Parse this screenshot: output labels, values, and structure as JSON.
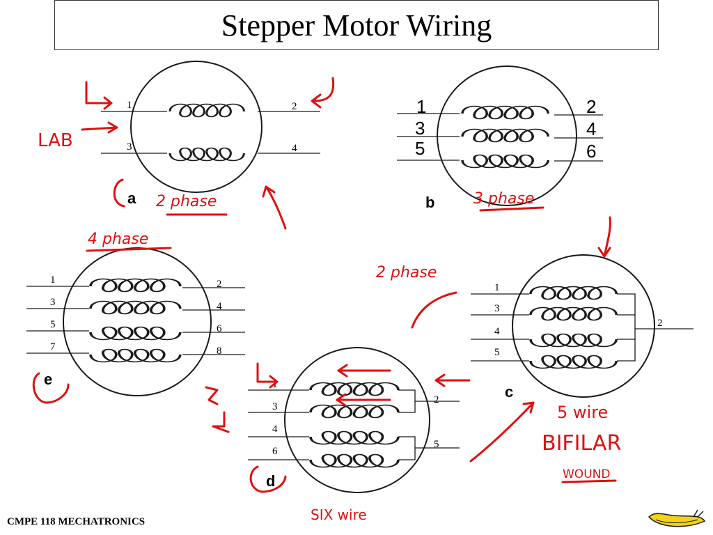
{
  "title": "Stepper Motor Wiring",
  "footer": "CMPE 118 MECHATRONICS",
  "figures": {
    "a": {
      "label": "a",
      "terminals": [
        "1",
        "2",
        "3",
        "4"
      ]
    },
    "b": {
      "label": "b",
      "terminals": [
        "1",
        "2",
        "3",
        "4",
        "5",
        "6"
      ]
    },
    "c": {
      "label": "c",
      "terminals": [
        "1",
        "2",
        "3",
        "4",
        "5"
      ]
    },
    "d": {
      "label": "d",
      "terminals": [
        "1",
        "2",
        "3",
        "4",
        "5",
        "6"
      ]
    },
    "e": {
      "label": "e",
      "terminals": [
        "1",
        "2",
        "3",
        "4",
        "5",
        "6",
        "7",
        "8"
      ]
    }
  },
  "annotations": {
    "lab": "LAB",
    "two_phase_a": "2 phase",
    "three_phase": "3 phase",
    "four_phase": "4 phase",
    "two_phase_c": "2 phase",
    "five_wire": "5 wire",
    "bifilar": "BIFILAR",
    "wound": "WOUND",
    "six_wire": "SIX wire"
  },
  "colors": {
    "ink": "#1a1a1a",
    "annotation": "#e01010",
    "banana": "#f2d21a"
  }
}
